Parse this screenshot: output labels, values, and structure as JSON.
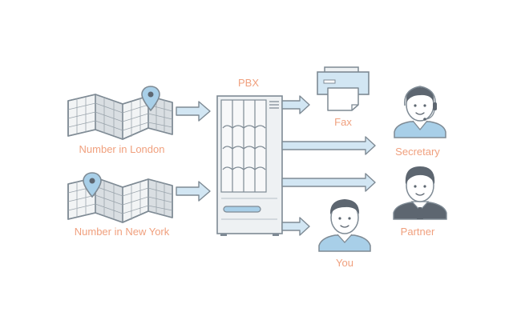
{
  "diagram": {
    "labels": {
      "pbx": "PBX",
      "fax": "Fax",
      "secretary": "Secretary",
      "partner": "Partner",
      "you": "You",
      "number_london": "Number in London",
      "number_new_york": "Number in New York"
    },
    "colors": {
      "label": "#f0a07e",
      "outline": "#7e8a94",
      "arrow_fill": "#d2e6f3",
      "accent_blue": "#a8cfe8",
      "hair": "#5d6670"
    },
    "icons": {
      "map_london": "folded-map-icon",
      "map_new_york": "folded-map-icon",
      "pbx": "server-cabinet-icon",
      "fax": "fax-machine-icon",
      "secretary": "headset-person-icon",
      "partner": "businessman-icon",
      "you": "person-icon"
    }
  }
}
